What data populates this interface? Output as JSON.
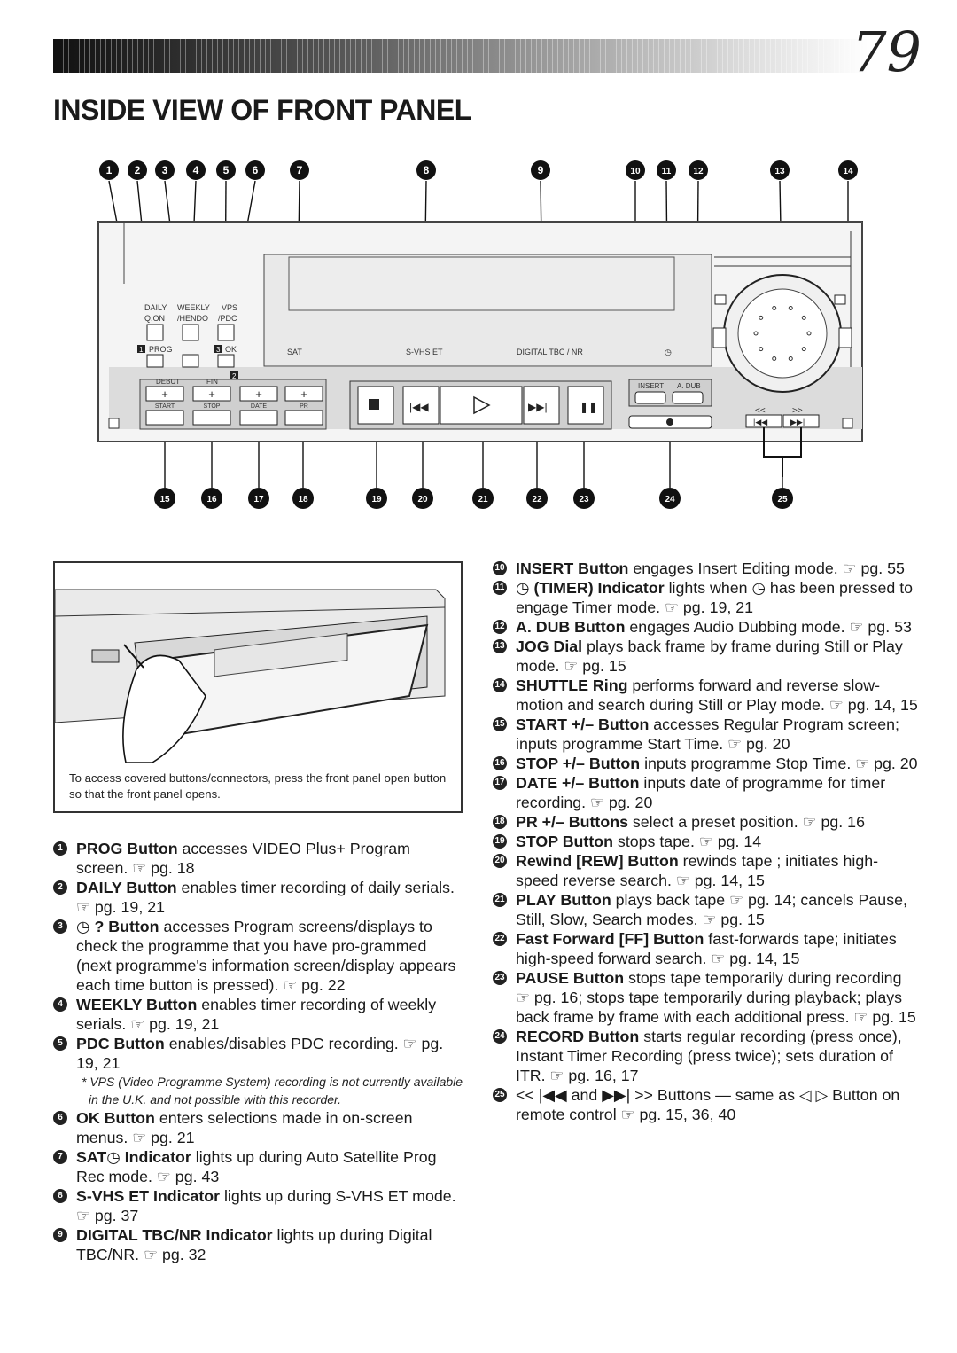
{
  "page_number": "79",
  "title": "INSIDE VIEW OF FRONT PANEL",
  "diagram": {
    "top_callouts": [
      "1",
      "2",
      "3",
      "4",
      "5",
      "6",
      "7",
      "8",
      "9",
      "10",
      "11",
      "12",
      "13",
      "14"
    ],
    "bottom_callouts": [
      "15",
      "16",
      "17",
      "18",
      "19",
      "20",
      "21",
      "22",
      "23",
      "24",
      "25"
    ],
    "labels": {
      "daily": "DAILY",
      "q_on": "Q.ON",
      "weekly": "WEEKLY",
      "vhendo": "/HENDO",
      "vps": "VPS",
      "pdc": "/PDC",
      "prog": "PROG",
      "ok": "OK",
      "sat": "SAT",
      "svhs_et": "S-VHS ET",
      "digital_tbc": "DIGITAL TBC / NR",
      "debut": "DEBUT",
      "fin": "FIN",
      "start": "START",
      "stop": "STOP",
      "date": "DATE",
      "pr": "PR",
      "insert": "INSERT",
      "a_dub": "A. DUB",
      "n1": "1",
      "n2": "2",
      "n3": "3"
    }
  },
  "photo_caption": "To access covered buttons/connectors, press the front panel open button so that the front panel opens.",
  "items_left": [
    {
      "n": "1",
      "bold": "PROG Button",
      "text": " accesses VIDEO Plus+ Program screen. ☞ pg. 18"
    },
    {
      "n": "2",
      "bold": "DAILY Button",
      "text": " enables timer recording of daily serials. ☞ pg. 19, 21"
    },
    {
      "n": "3",
      "bold": "◷ ? Button",
      "text": " accesses Program screens/displays to check the programme that you have pro-grammed (next programme's information screen/display appears each time button is pressed). ☞ pg. 22"
    },
    {
      "n": "4",
      "bold": "WEEKLY Button",
      "text": " enables timer recording of weekly serials. ☞ pg. 19, 21"
    },
    {
      "n": "5",
      "bold": "PDC Button",
      "text": " enables/disables PDC recording. ☞ pg. 19, 21"
    },
    {
      "n": "6",
      "bold": "OK Button",
      "text": " enters selections made in on-screen menus. ☞ pg. 21"
    },
    {
      "n": "7",
      "bold": "SAT◷ Indicator",
      "text": " lights up during Auto Satellite Prog Rec mode. ☞ pg. 43"
    },
    {
      "n": "8",
      "bold": "S-VHS ET Indicator",
      "text": " lights up during S-VHS ET mode. ☞ pg. 37"
    },
    {
      "n": "9",
      "bold": "DIGITAL TBC/NR Indicator",
      "text": " lights up during Digital TBC/NR. ☞ pg. 32"
    }
  ],
  "vps_note": "* VPS (Video Programme System) recording is not currently available in the U.K. and not possible with this recorder.",
  "items_right": [
    {
      "n": "10",
      "bold": "INSERT Button",
      "text": " engages Insert Editing mode. ☞ pg. 55"
    },
    {
      "n": "11",
      "bold": "◷ (TIMER) Indicator",
      "text": " lights when ◷ has been pressed to engage Timer mode. ☞ pg. 19, 21"
    },
    {
      "n": "12",
      "bold": "A. DUB Button",
      "text": " engages Audio Dubbing mode. ☞ pg. 53"
    },
    {
      "n": "13",
      "bold": "JOG Dial",
      "text": " plays back frame by frame during Still or Play mode. ☞ pg. 15"
    },
    {
      "n": "14",
      "bold": "SHUTTLE Ring",
      "text": " performs forward and reverse slow-motion and search during Still or Play mode. ☞ pg. 14, 15"
    },
    {
      "n": "15",
      "bold": "START +/– Button",
      "text": " accesses Regular Program screen; inputs programme Start Time. ☞ pg. 20"
    },
    {
      "n": "16",
      "bold": "STOP +/– Button",
      "text": " inputs programme Stop Time. ☞ pg. 20"
    },
    {
      "n": "17",
      "bold": "DATE +/– Button",
      "text": " inputs date of programme for timer recording. ☞ pg. 20"
    },
    {
      "n": "18",
      "bold": "PR +/– Buttons",
      "text": " select a preset position. ☞ pg. 16"
    },
    {
      "n": "19",
      "bold": "STOP Button",
      "text": " stops tape. ☞ pg. 14"
    },
    {
      "n": "20",
      "bold": "Rewind [REW] Button",
      "text": " rewinds tape ; initiates high-speed reverse search. ☞ pg. 14, 15"
    },
    {
      "n": "21",
      "bold": "PLAY Button",
      "text": " plays back tape ☞ pg. 14; cancels Pause, Still, Slow, Search modes. ☞ pg. 15"
    },
    {
      "n": "22",
      "bold": "Fast Forward [FF] Button",
      "text": " fast-forwards tape; initiates high-speed forward search. ☞ pg. 14, 15"
    },
    {
      "n": "23",
      "bold": "PAUSE Button",
      "text": " stops tape temporarily during recording ☞ pg. 16; stops tape temporarily during playback; plays back frame by frame with each additional press. ☞ pg. 15"
    },
    {
      "n": "24",
      "bold": "RECORD Button",
      "text": " starts regular recording (press once), Instant Timer Recording (press twice); sets duration of ITR. ☞ pg. 16, 17"
    },
    {
      "n": "25",
      "bold": "",
      "text": "<< |◀◀ and ▶▶| >> Buttons — same as ◁ ▷ Button on remote control ☞ pg. 15, 36, 40"
    }
  ]
}
